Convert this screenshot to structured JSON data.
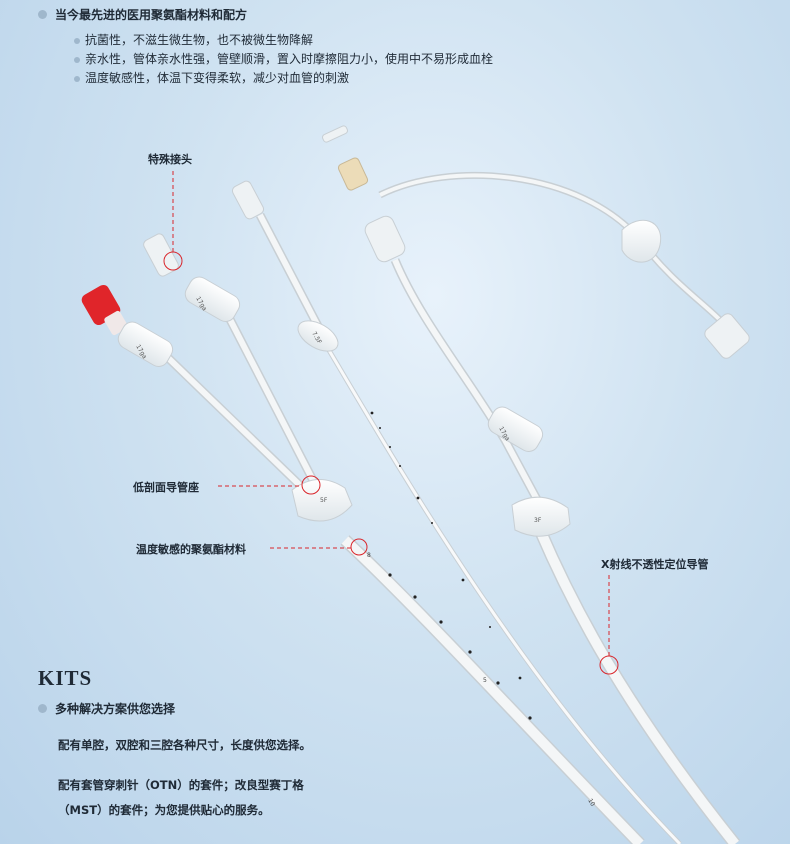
{
  "intro": {
    "heading": "当今最先进的医用聚氨酯材料和配方",
    "points": [
      "抗菌性，不滋生微生物，也不被微生物降解",
      "亲水性，管体亲水性强，管壁顺滑，置入时摩擦阻力小，使用中不易形成血栓",
      "温度敏感性，体温下变得柔软，减少对血管的刺激"
    ]
  },
  "callouts": {
    "special_connector": "特殊接头",
    "low_profile_hub": "低剖面导管座",
    "temp_sensitive_pu": "温度敏感的聚氨酯材料",
    "xray_catheter": "X射线不透性定位导管"
  },
  "device_labels": {
    "clamp_a": "17ga",
    "clamp_b": "17ga",
    "clamp_c": "17ga",
    "hub_a": "5F",
    "hub_b": "3F",
    "hub_c": "7.5F",
    "mark_8": "8",
    "mark_5": "5",
    "mark_10": "10"
  },
  "kits": {
    "title": "KITS",
    "subheading": "多种解决方案供您选择",
    "para1": "配有单腔，双腔和三腔各种尺寸，长度供您选择。",
    "para2_line1": "配有套管穿刺针（OTN）的套件；改良型赛丁格",
    "para2_line2": "（MST）的套件；为您提供贴心的服务。"
  },
  "colors": {
    "callout_line": "#d9262c",
    "red_cap": "#e0252a",
    "tube": "#f2f4f4",
    "tube_edge": "#c8cfd4"
  }
}
